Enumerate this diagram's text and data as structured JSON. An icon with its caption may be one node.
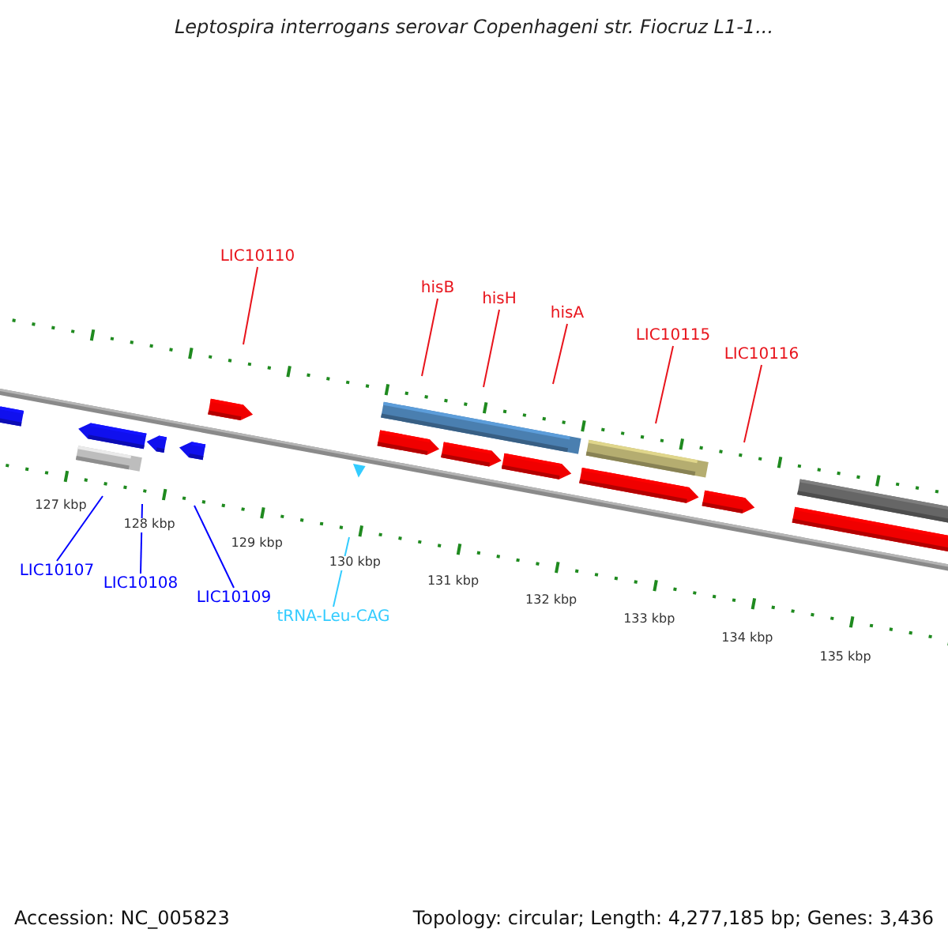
{
  "diagram": {
    "title": "Leptospira interrogans serovar Copenhageni str. Fiocruz L1-1...",
    "nodes": [
      {
        "text": [
          "LIC10110"
        ]
      },
      {
        "text": [
          "hisB"
        ]
      },
      {
        "text": [
          "hisH"
        ]
      },
      {
        "text": [
          "hisA"
        ]
      },
      {
        "text": [
          "LIC10115"
        ]
      },
      {
        "text": [
          "LIC10116"
        ]
      },
      {
        "text": [
          "LIC10107"
        ]
      },
      {
        "text": [
          "LIC10108"
        ]
      },
      {
        "text": [
          "LIC10109"
        ]
      },
      {
        "text": [
          "tRNA-Leu-CAG"
        ]
      }
    ],
    "edges": [
      {
        "from": 0,
        "to": null,
        "arrow": "none"
      },
      {
        "from": 1,
        "to": null,
        "arrow": "none"
      },
      {
        "from": 2,
        "to": null,
        "arrow": "none"
      },
      {
        "from": 3,
        "to": null,
        "arrow": "none"
      },
      {
        "from": 4,
        "to": null,
        "arrow": "none"
      },
      {
        "from": 5,
        "to": null,
        "arrow": "none"
      },
      {
        "from": 6,
        "to": null,
        "arrow": "none",
        "color": "#0000ff"
      },
      {
        "from": 7,
        "to": null,
        "arrow": "none",
        "color": "#0000ff"
      },
      {
        "from": 8,
        "to": null,
        "arrow": "none",
        "color": "#0000ff"
      },
      {
        "from": 9,
        "to": null,
        "arrow": "none",
        "color": "#33ccff"
      }
    ],
    "labels": [
      "127 kbp",
      "128 kbp",
      "129 kbp",
      "130 kbp",
      "131 kbp",
      "132 kbp",
      "133 kbp",
      "134 kbp",
      "135 kbp",
      "Accession: NC_005823",
      "Topology: circular; Length: 4,277,185 bp; Genes: 3,436"
    ]
  }
}
